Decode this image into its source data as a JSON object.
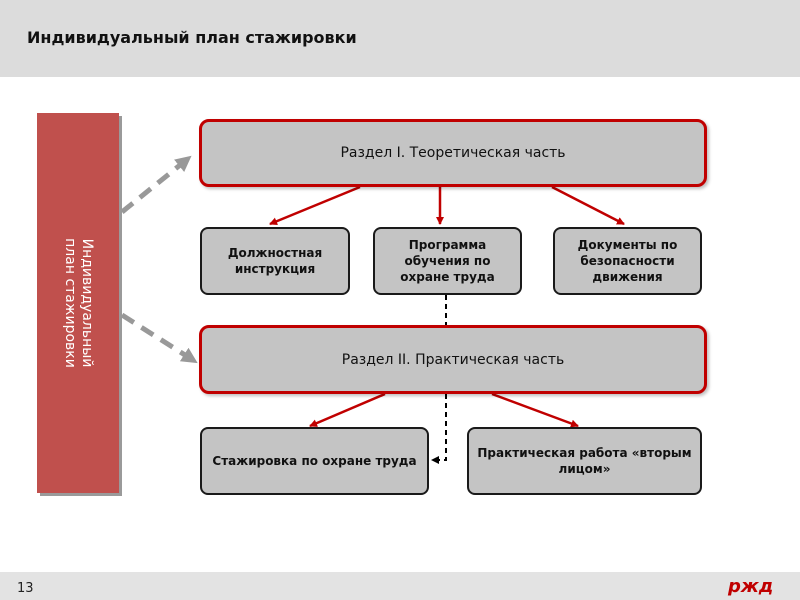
{
  "header": {
    "title": "Индивидуальный план стажировки"
  },
  "sidebar": {
    "label": "Индивидуальный\nплан стажировки"
  },
  "sections": {
    "theory": {
      "title": "Раздел I. Теоретическая часть",
      "children": [
        "Должностная инструкция",
        "Программа обучения по охране труда",
        "Документы по безопасности движения"
      ]
    },
    "practice": {
      "title": "Раздел II. Практическая часть",
      "children": [
        "Стажировка по охране труда",
        "Практическая работа «вторым лицом»"
      ]
    }
  },
  "footer": {
    "page_number": "13",
    "logo": "РЖД"
  },
  "colors": {
    "accent": "#c00000",
    "sidebar": "#c0504d",
    "box": "#c4c4c4"
  }
}
